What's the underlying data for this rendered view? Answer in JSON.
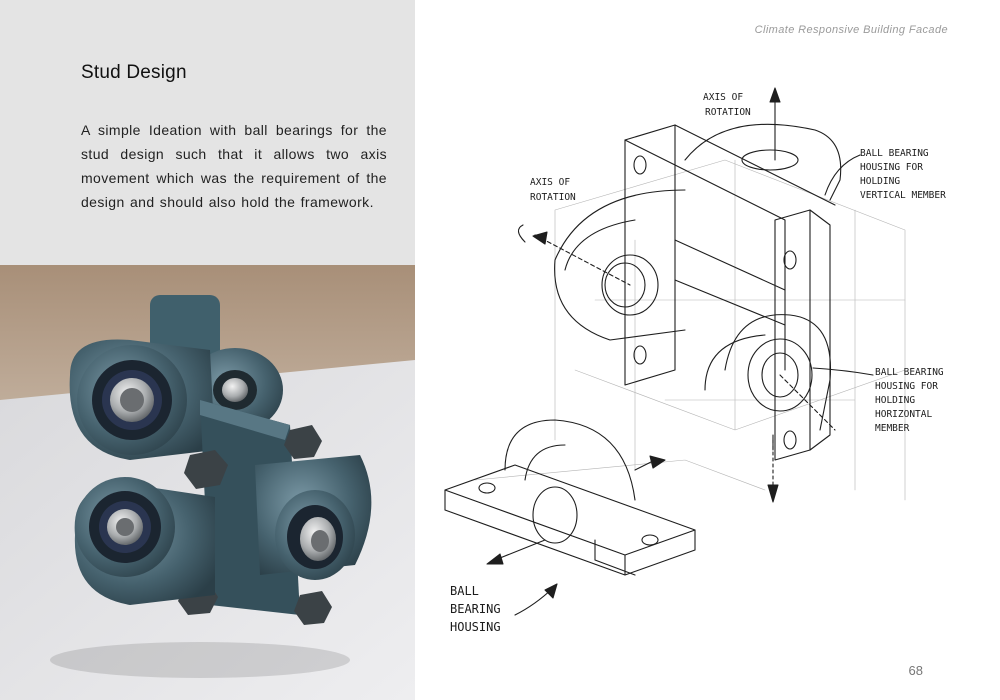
{
  "page": {
    "running_header": "Climate Responsive Building Facade",
    "title": "Stud Design",
    "description": "A simple Ideation with ball bearings for the stud design such that it allows two axis movement which was the requirement of the design and should also hold the framework.",
    "page_number": "68"
  },
  "sketch": {
    "labels": {
      "axis_top_1": "AXIS OF",
      "axis_top_2": "ROTATION",
      "axis_left_1": "AXIS OF",
      "axis_left_2": "ROTATION",
      "vertical_1": "BALL BEARING",
      "vertical_2": "HOUSING FOR",
      "vertical_3": "HOLDING",
      "vertical_4": "VERTICAL MEMBER",
      "horizontal_1": "BALL BEARING",
      "horizontal_2": "HOUSING FOR",
      "horizontal_3": "HOLDING",
      "horizontal_4": "HORIZONTAL",
      "horizontal_5": "MEMBER",
      "housing_1": "BALL",
      "housing_2": "BEARING",
      "housing_3": "HOUSING"
    }
  },
  "colors": {
    "panel_background": "#e4e4e4",
    "bearing_body": "#3f5c68",
    "bearing_highlight": "#6f8d99"
  }
}
